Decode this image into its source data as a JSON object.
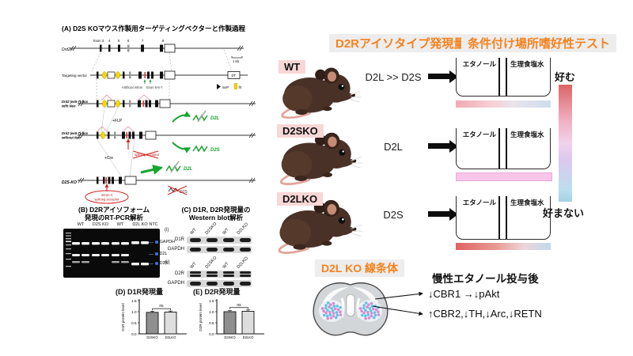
{
  "figure": {
    "panelA": {
      "title": "(A) D2S KOマウス作製用ターゲティングベクターと作製過程",
      "allele_wt_label": "Drd2+",
      "targeting_vector_label": "Targeting vector",
      "flox_with_neo_1": "Drd2 (ex5-7)-flox",
      "flox_with_neo_2": "with Neo",
      "flox_without_neo_1": "Drd2 (ex5-7)-flox",
      "flox_without_neo_2": "without Neo",
      "d2sko_label": "D2S-KO",
      "exon_labels": [
        "Exon 3",
        "4",
        "5",
        "6",
        "7",
        "8"
      ],
      "scale_label": "1 kb",
      "flp": "+FLP",
      "cre": "+Cre",
      "artificial_intron": "Artificial intron",
      "exon567": "Exon 5-6-7",
      "dt": "DT",
      "loxp": "loxP",
      "frt": "frt",
      "splicing_acceptor_crossed": "splicing acceptor",
      "intron4_line1": "intron 4",
      "intron4_line2": "splicing acceptor",
      "mrna1": "D2L",
      "mrna2": "D2S",
      "mrna3": "D2L",
      "mrna_crossed": "D2S"
    },
    "panelB": {
      "title_1": "(B) D2Rアイソフォーム",
      "title_2": "発現のRT-PCR解析",
      "lanes": [
        "WT",
        "D2S KO",
        "WT",
        "D2L KO",
        "NTC"
      ],
      "band_labels": [
        "GAPDH",
        "D2L",
        "D2S"
      ]
    },
    "panelC": {
      "title_1": "(C) D1R, D2R発現量の",
      "title_2": "Western blot解析",
      "group1_label": "(i)",
      "group2_label": "(ii)",
      "lanes": [
        "WT",
        "D2SKO",
        "WT",
        "D2LKO"
      ],
      "group1_rows": [
        "D1R",
        "GAPDH"
      ],
      "group2_rows": [
        "D2R",
        "GAPDH"
      ]
    },
    "right": {
      "header_expression": "D2Rアイソタイプ発現量",
      "header_cpp": "条件付け場所嗜好性テスト",
      "rows": [
        {
          "genotype": "WT",
          "expression": "D2L >> D2S",
          "chamber_left": "エタノール",
          "chamber_right": "生理食塩水",
          "bar": {
            "stops": [
              "#F1AAB4",
              "#F6D0D6 38%",
              "#E9E4EA 60%",
              "#CFDDED"
            ]
          }
        },
        {
          "genotype": "D2SKO",
          "expression": "D2L",
          "chamber_left": "エタノール",
          "chamber_right": "生理食塩水",
          "bar": {
            "stops": [
              "#F9C6EA",
              "#F9C6EA"
            ],
            "border": "#E5A8D6"
          }
        },
        {
          "genotype": "D2LKO",
          "expression": "D2S",
          "chamber_left": "エタノール",
          "chamber_right": "生理食塩水",
          "bar": {
            "stops": [
              "#DF6363",
              "#E79A92 42%",
              "#EDD6D9 72%",
              "#C2D9EC"
            ]
          }
        }
      ],
      "scale_top": "好む",
      "scale_bottom": "好まない",
      "scale_gradient": [
        "#DB6565",
        "#F1AEC2 30%",
        "#F2D2EA 50%",
        "#DCC8F0 64%",
        "#BCDEEF 90%",
        "#A5D2E6"
      ]
    },
    "bottom": {
      "header": "D2L KO 線条体",
      "condition": "慢性エタノール投与後",
      "finding1": "↓CBR1 →↓pAkt",
      "finding2": "↑CBR2,↓TH,↓Arc,↓RETN"
    },
    "colors": {
      "accent_orange": "#F5821F",
      "genotype_label_pink": "#F8D7D7",
      "header_bg": "#EDEDED",
      "green_mrna": "#18A430",
      "red_annotation": "#D42222",
      "blue_dot": "#3B6FD4",
      "dot_cyan": "#5FC6E4",
      "dot_magenta": "#DC8AD2"
    }
  },
  "chart_data": [
    {
      "type": "bar",
      "title": "(D) D1R発現量",
      "ylabel": "D1R protein level",
      "categories": [
        "D2SKO",
        "D2LKO"
      ],
      "values": [
        0.97,
        0.98
      ],
      "errors": [
        0.05,
        0.05
      ],
      "ylim": [
        0,
        1.5
      ],
      "yticks": [
        0.0,
        0.5,
        1.0,
        1.5
      ],
      "annotation": "ns",
      "bar_colors": [
        "#8F8F8F",
        "#DEDEDE"
      ],
      "legend": "none",
      "grid": false
    },
    {
      "type": "bar",
      "title": "(E) D2R発現量",
      "ylabel": "D2R protein level",
      "categories": [
        "D2SKO",
        "D2LKO"
      ],
      "values": [
        1.0,
        1.02
      ],
      "errors": [
        0.05,
        0.06
      ],
      "ylim": [
        0,
        1.5
      ],
      "yticks": [
        0.0,
        0.5,
        1.0,
        1.5
      ],
      "annotation": "ns",
      "bar_colors": [
        "#8F8F8F",
        "#DEDEDE"
      ],
      "legend": "none",
      "grid": false
    }
  ]
}
